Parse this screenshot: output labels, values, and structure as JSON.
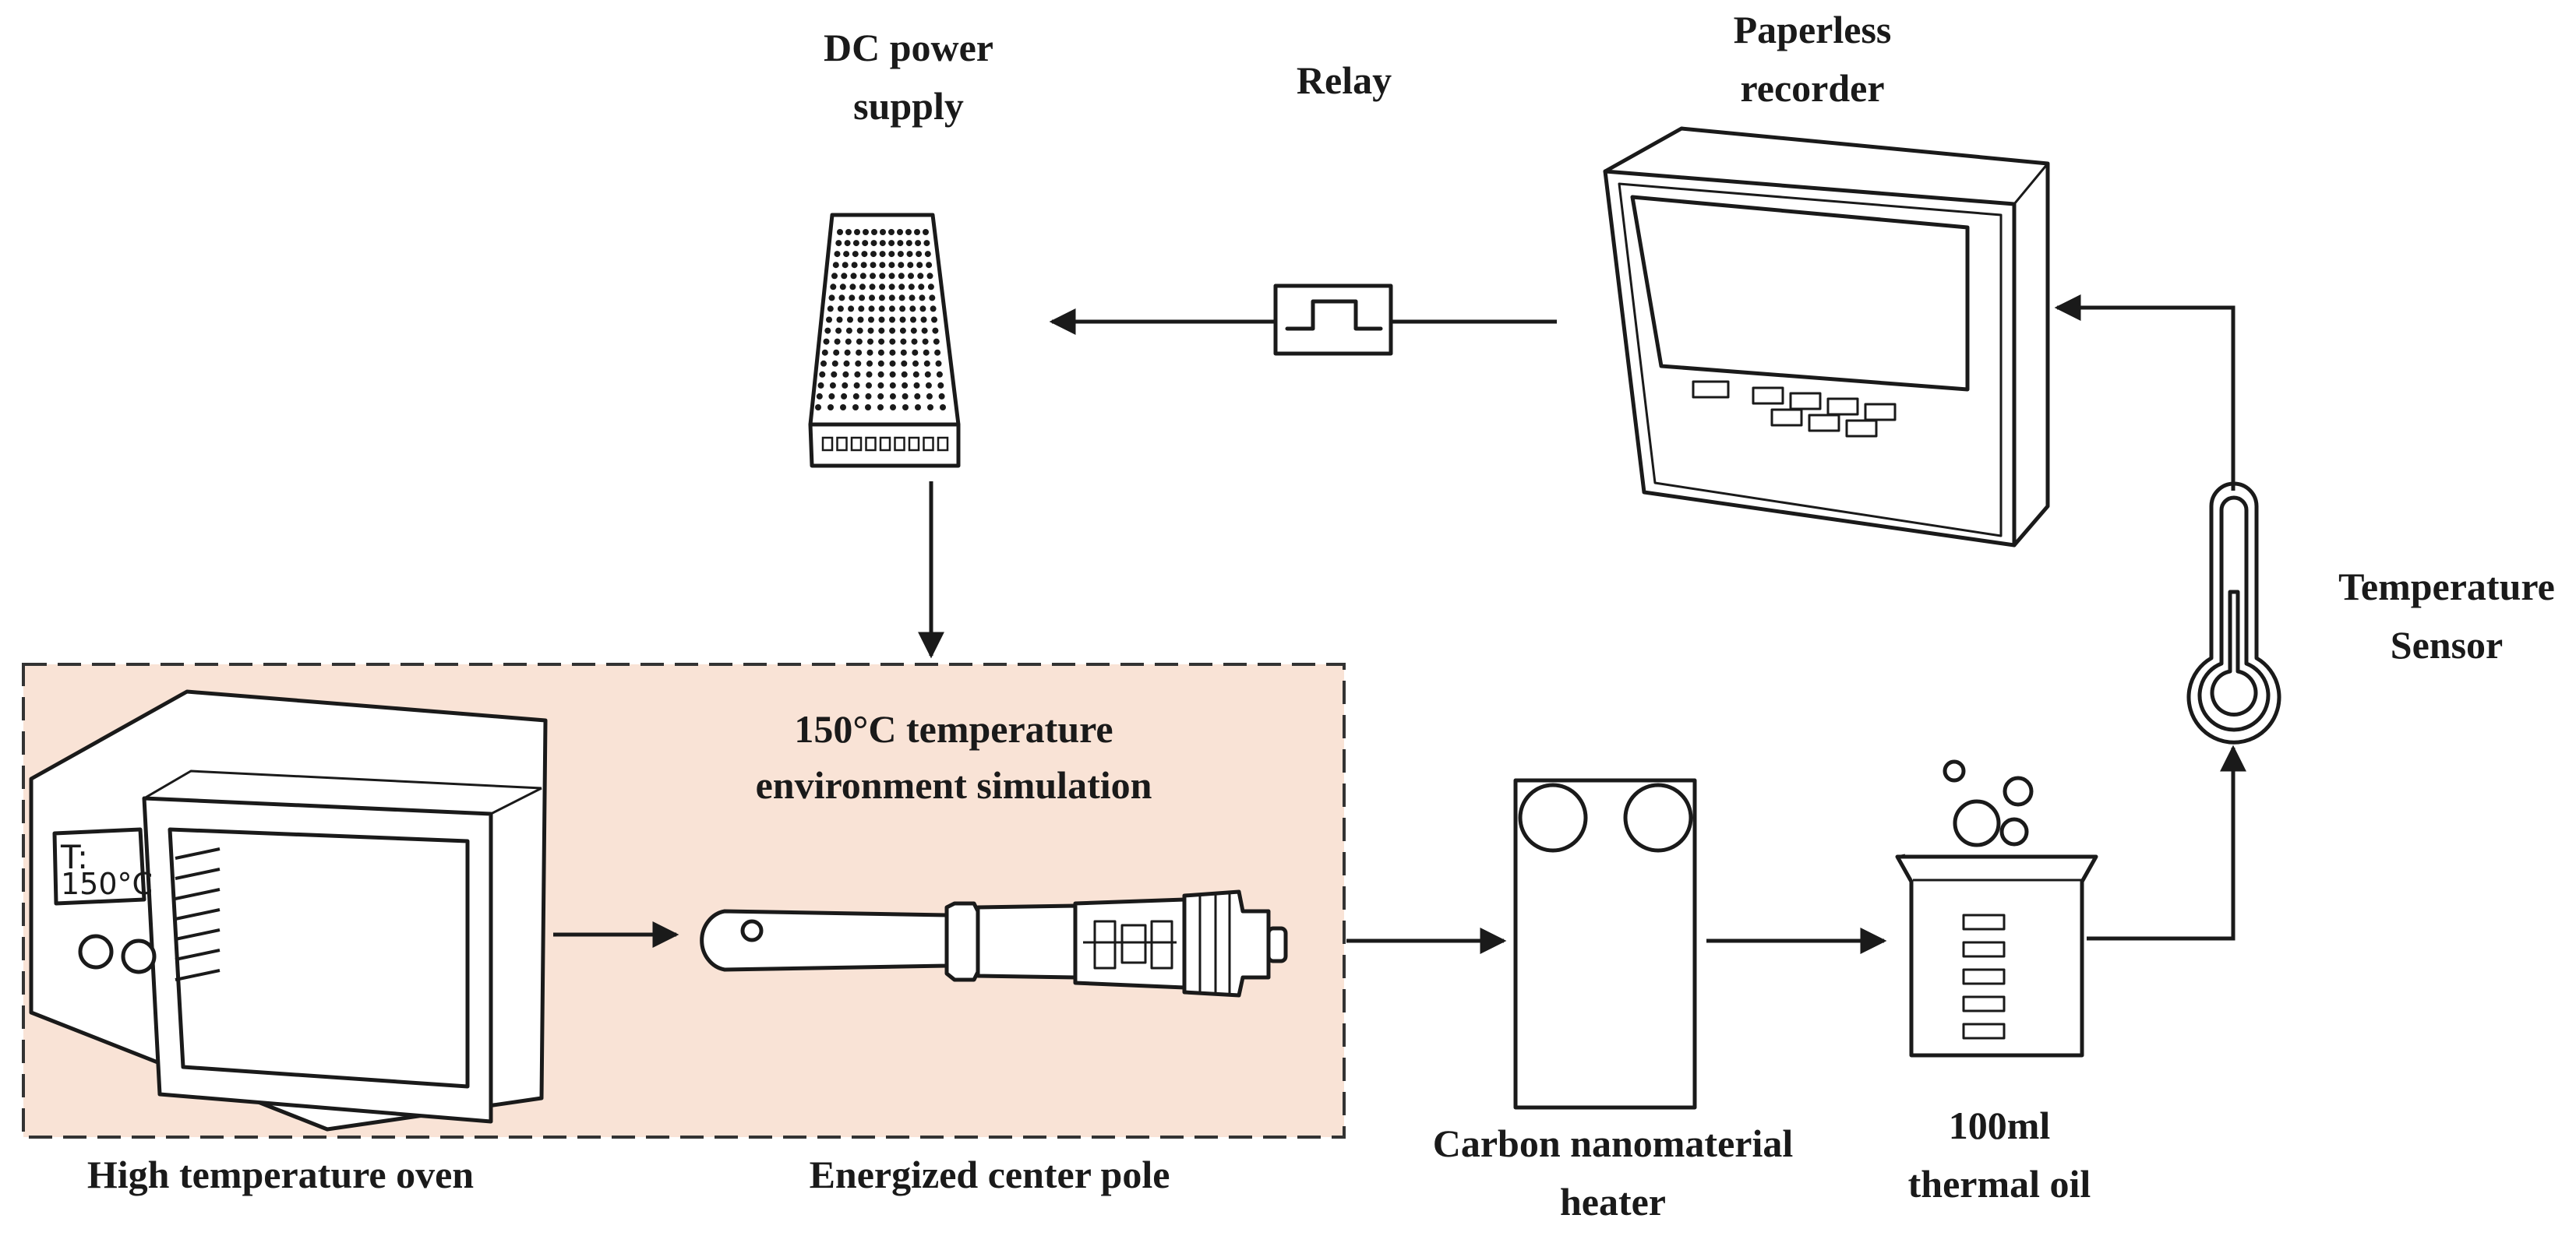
{
  "labels": {
    "dc_power_supply": [
      "DC power",
      "supply"
    ],
    "relay": "Relay",
    "paperless_recorder": [
      "Paperless",
      "recorder"
    ],
    "temperature_sensor": [
      "Temperature",
      "Sensor"
    ],
    "environment_simulation": [
      "150°C temperature",
      "environment simulation"
    ],
    "high_temperature_oven": "High temperature oven",
    "energized_center_pole": "Energized center pole",
    "carbon_nanomaterial_heater": [
      "Carbon nanomaterial",
      "heater"
    ],
    "thermal_oil": [
      "100ml",
      "thermal oil"
    ],
    "oven_display": [
      "T:",
      "150°C"
    ]
  },
  "colors": {
    "simulation_zone_fill": "#f9e3d6",
    "line": "#1a1a1a"
  }
}
